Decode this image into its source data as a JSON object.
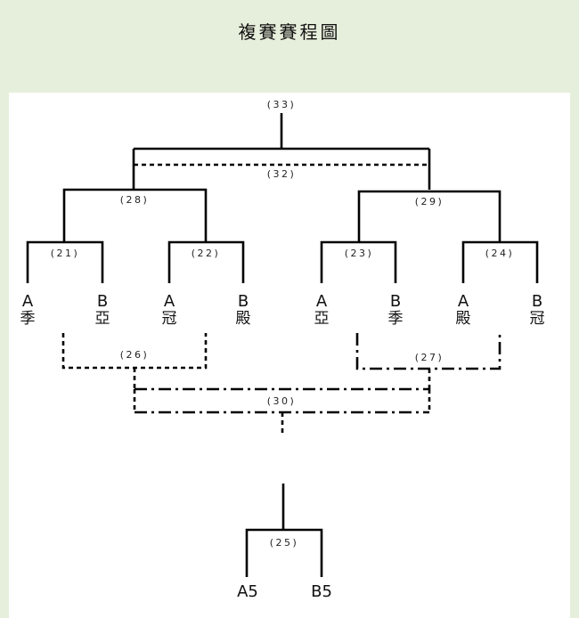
{
  "title": "複賽賽程圖",
  "matches": {
    "m33": "(33)",
    "m32": "(32)",
    "m28": "(28)",
    "m29": "(29)",
    "m21": "(21)",
    "m22": "(22)",
    "m23": "(23)",
    "m24": "(24)",
    "m26": "(26)",
    "m27": "(27)",
    "m30": "(30)",
    "m25": "(25)"
  },
  "entrants": [
    {
      "slot": "A",
      "team": "季"
    },
    {
      "slot": "B",
      "team": "亞"
    },
    {
      "slot": "A",
      "team": "冠"
    },
    {
      "slot": "B",
      "team": "殿"
    },
    {
      "slot": "A",
      "team": "亞"
    },
    {
      "slot": "B",
      "team": "季"
    },
    {
      "slot": "A",
      "team": "殿"
    },
    {
      "slot": "B",
      "team": "冠"
    }
  ],
  "final_entrants": [
    "A5",
    "B5"
  ]
}
